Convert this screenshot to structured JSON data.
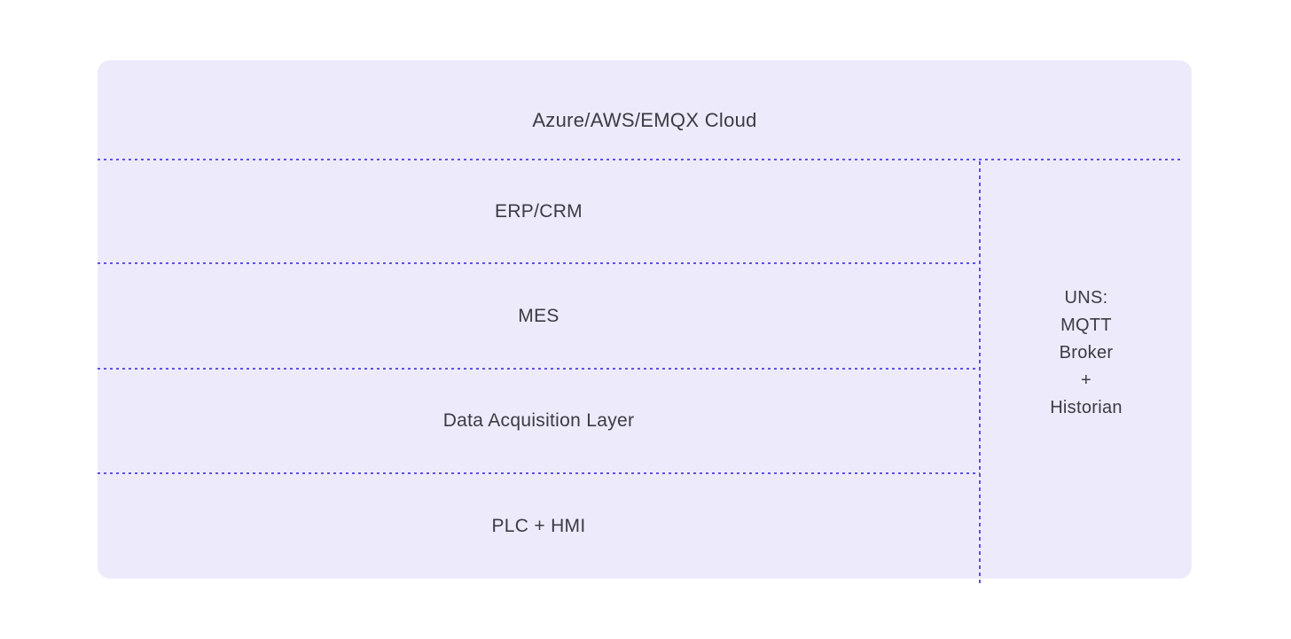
{
  "diagram": {
    "title": "Azure/AWS/EMQX Cloud",
    "layers": [
      {
        "label": "ERP/CRM"
      },
      {
        "label": "MES"
      },
      {
        "label": "Data Acquisition Layer"
      },
      {
        "label": "PLC + HMI"
      }
    ],
    "side_panel": {
      "lines": [
        "UNS:",
        "MQTT",
        "Broker",
        "+",
        "Historian"
      ]
    },
    "colors": {
      "page_background": "#FFFFFF",
      "panel_background": "#EDEBFB",
      "dashed_line": "#6051E2",
      "text": "#3B3B43"
    }
  }
}
